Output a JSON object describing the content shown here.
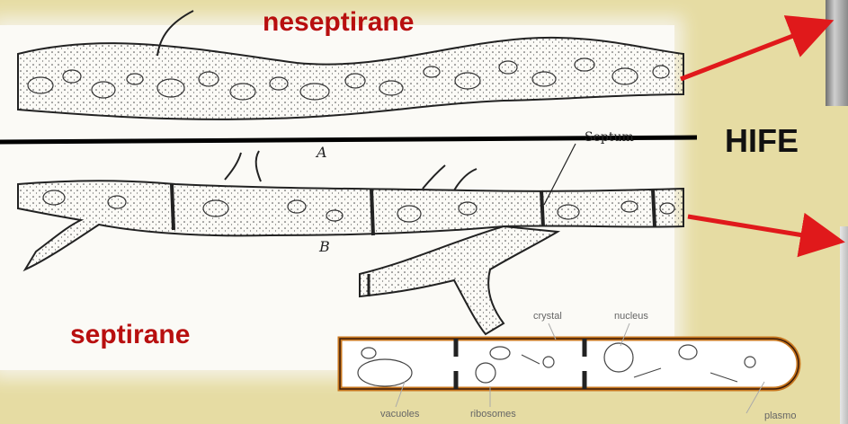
{
  "labels": {
    "top_title": "neseptirane",
    "bottom_title": "septirane",
    "center_label": "HIFE",
    "letter_a": "A",
    "letter_b": "B",
    "septum": "Septum"
  },
  "cell_labels": {
    "crystal": "crystal",
    "nucleus": "nucleus",
    "vacuoles": "vacuoles",
    "ribosomes": "ribosomes",
    "plasmo": "plasmo"
  },
  "colors": {
    "background": "#e6dca3",
    "title_red": "#b80f0f",
    "arrow_red": "#e0191b",
    "cell_wall": "#c8771f"
  }
}
